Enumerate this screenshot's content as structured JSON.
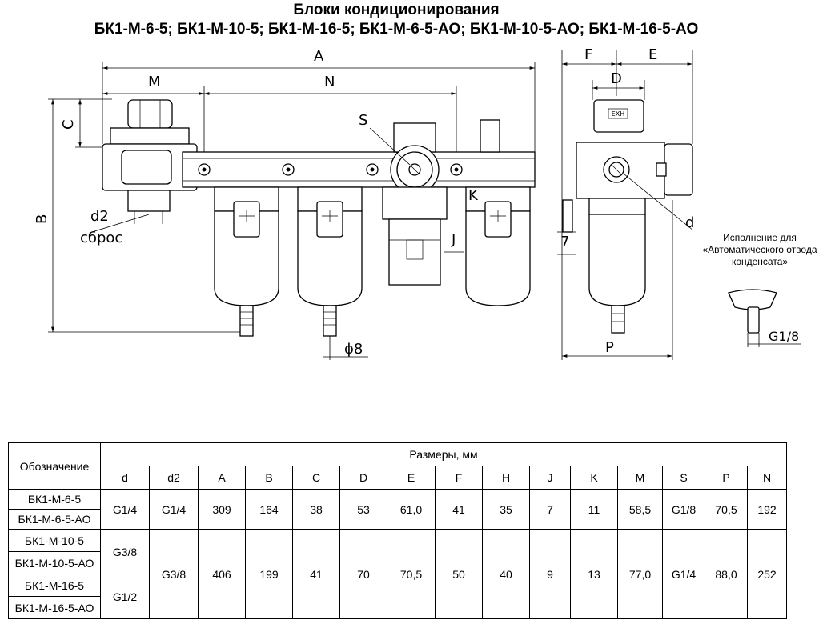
{
  "title": {
    "line1": "Блоки кондиционирования",
    "line2": "БК1-М-6-5; БК1-М-10-5; БК1-М-16-5; БК1-М-6-5-АО; БК1-М-10-5-АО; БК1-М-16-5-АО"
  },
  "drawing": {
    "labels": {
      "A": "A",
      "M": "M",
      "N": "N",
      "C": "C",
      "B": "B",
      "S": "S",
      "K": "K",
      "J": "J",
      "F": "F",
      "E": "E",
      "D": "D",
      "d": "d",
      "seven": "7",
      "P": "P",
      "d2": "d2",
      "sbros": "сброс",
      "phi8": "ϕ8",
      "exh": "EXH",
      "g18": "G1/8"
    },
    "aod_note": "Исполнение для «Автоматического отвода конденсата»"
  },
  "table": {
    "designation_header": "Обозначение",
    "dims_header": "Размеры, мм",
    "columns": [
      "d",
      "d2",
      "A",
      "B",
      "C",
      "D",
      "E",
      "F",
      "H",
      "J",
      "K",
      "M",
      "S",
      "P",
      "N"
    ],
    "groups": [
      {
        "models": [
          "БК1-М-6-5",
          "БК1-М-6-5-АО"
        ],
        "values": [
          "G1/4",
          "G1/4",
          "309",
          "164",
          "38",
          "53",
          "61,0",
          "41",
          "35",
          "7",
          "11",
          "58,5",
          "G1/8",
          "70,5",
          "192"
        ]
      },
      {
        "models": [
          "БК1-М-10-5",
          "БК1-М-10-5-АО"
        ],
        "d": "G3/8"
      },
      {
        "models": [
          "БК1-М-16-5",
          "БК1-М-16-5-АО"
        ],
        "d": "G1/2"
      }
    ],
    "shared_values": [
      "G3/8",
      "406",
      "199",
      "41",
      "70",
      "70,5",
      "50",
      "40",
      "9",
      "13",
      "77,0",
      "G1/4",
      "88,0",
      "252"
    ]
  }
}
